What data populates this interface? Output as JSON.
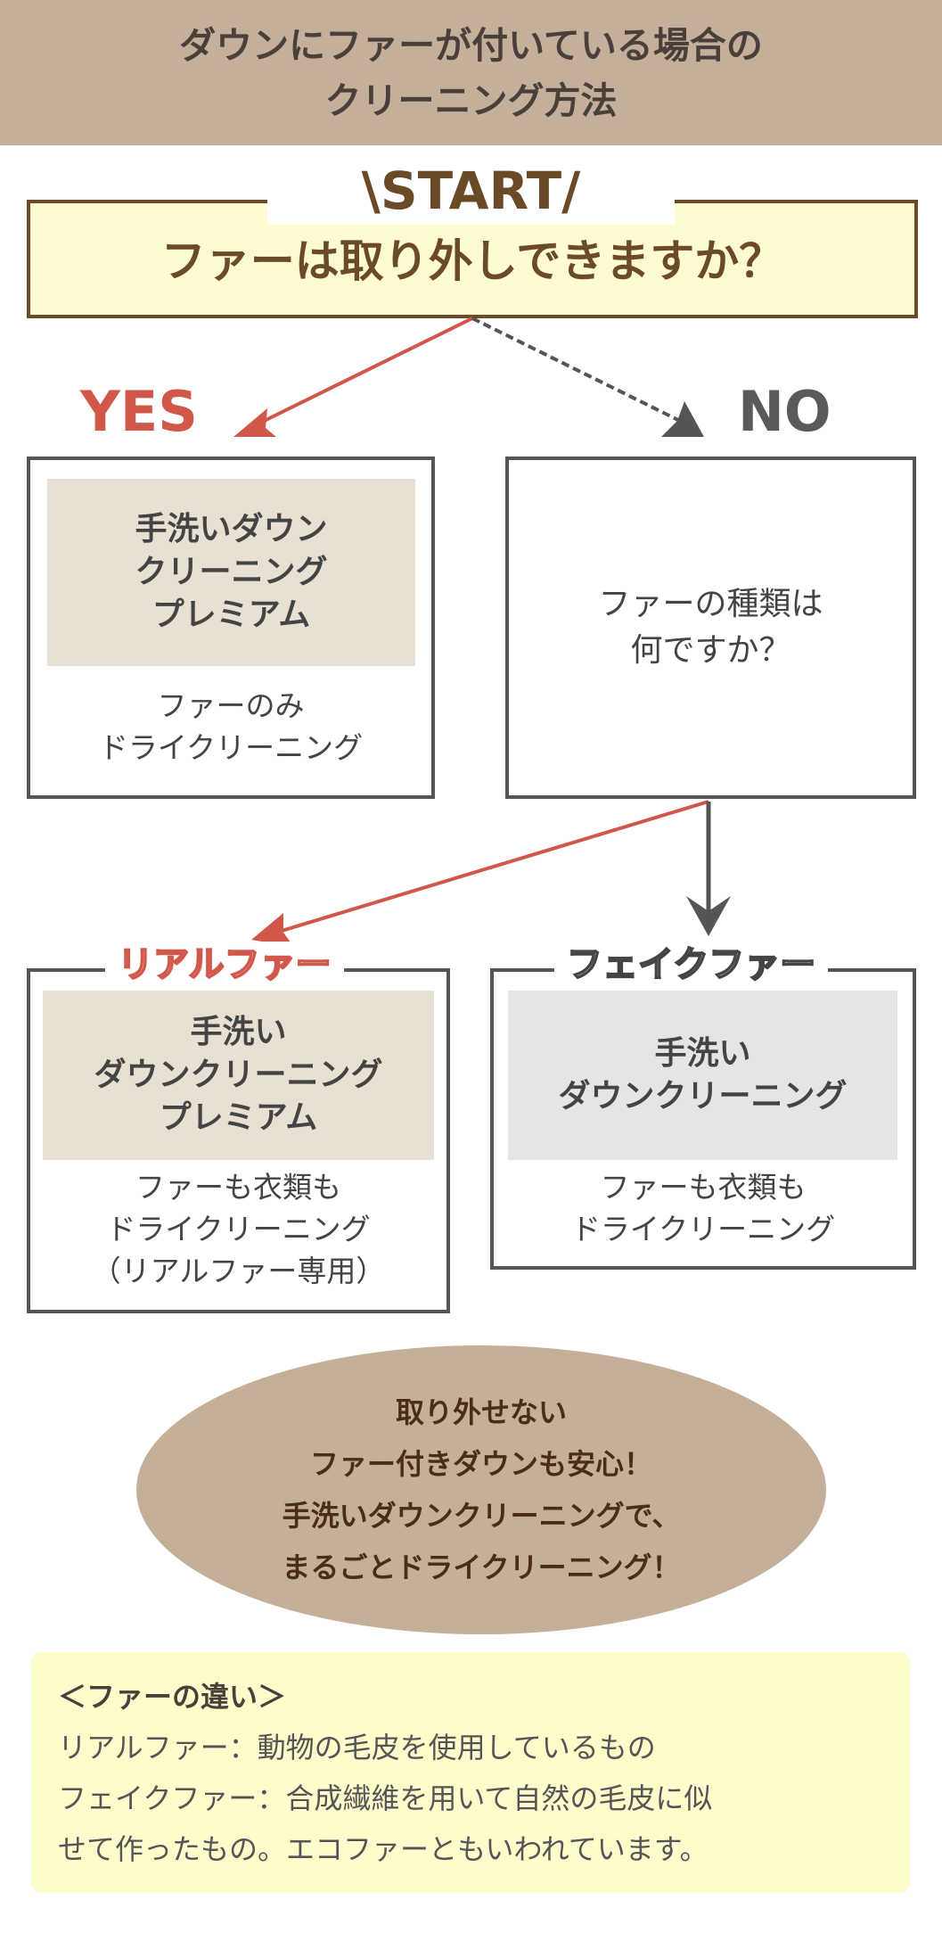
{
  "header": {
    "line1": "ダウンにファーが付いている場合の",
    "line2": "クリーニング方法"
  },
  "start": {
    "label": "\\START/",
    "question": "ファーは取り外しできますか？"
  },
  "yes_label": "YES",
  "no_label": "NO",
  "yes_box": {
    "service": [
      "手洗いダウン",
      "クリーニング",
      "プレミアム"
    ],
    "detail": [
      "ファーのみ",
      "ドライクリーニング"
    ]
  },
  "no_box": {
    "question": [
      "ファーの種類は",
      "何ですか？"
    ]
  },
  "real_fur": {
    "tag": "リアルファー",
    "service": [
      "手洗い",
      "ダウンクリーニング",
      "プレミアム"
    ],
    "detail": [
      "ファーも衣類も",
      "ドライクリーニング",
      "（リアルファー専用）"
    ]
  },
  "fake_fur": {
    "tag": "フェイクファー",
    "service": [
      "手洗い",
      "ダウンクリーニング"
    ],
    "detail": [
      "ファーも衣類も",
      "ドライクリーニング"
    ]
  },
  "callout": [
    "取り外せない",
    "ファー付きダウンも安心！",
    "手洗いダウンクリーニングで、",
    "まるごとドライクリーニング！"
  ],
  "note": {
    "title": "＜ファーの違い＞",
    "lines": [
      "リアルファー：動物の毛皮を使用しているもの",
      "フェイクファー：合成繊維を用いて自然の毛皮に似",
      "せて作ったもの。エコファーともいわれています。"
    ]
  },
  "colors": {
    "header_bg": "#c4b09a",
    "start_border": "#6b4a28",
    "start_fill": "#fffbd0",
    "yes": "#d0574a",
    "no": "#5a5a5a",
    "premium_fill": "#e8e0d2",
    "standard_fill": "#e5e5e5",
    "callout_bg": "#c4af98",
    "note_bg": "#fffccc"
  }
}
